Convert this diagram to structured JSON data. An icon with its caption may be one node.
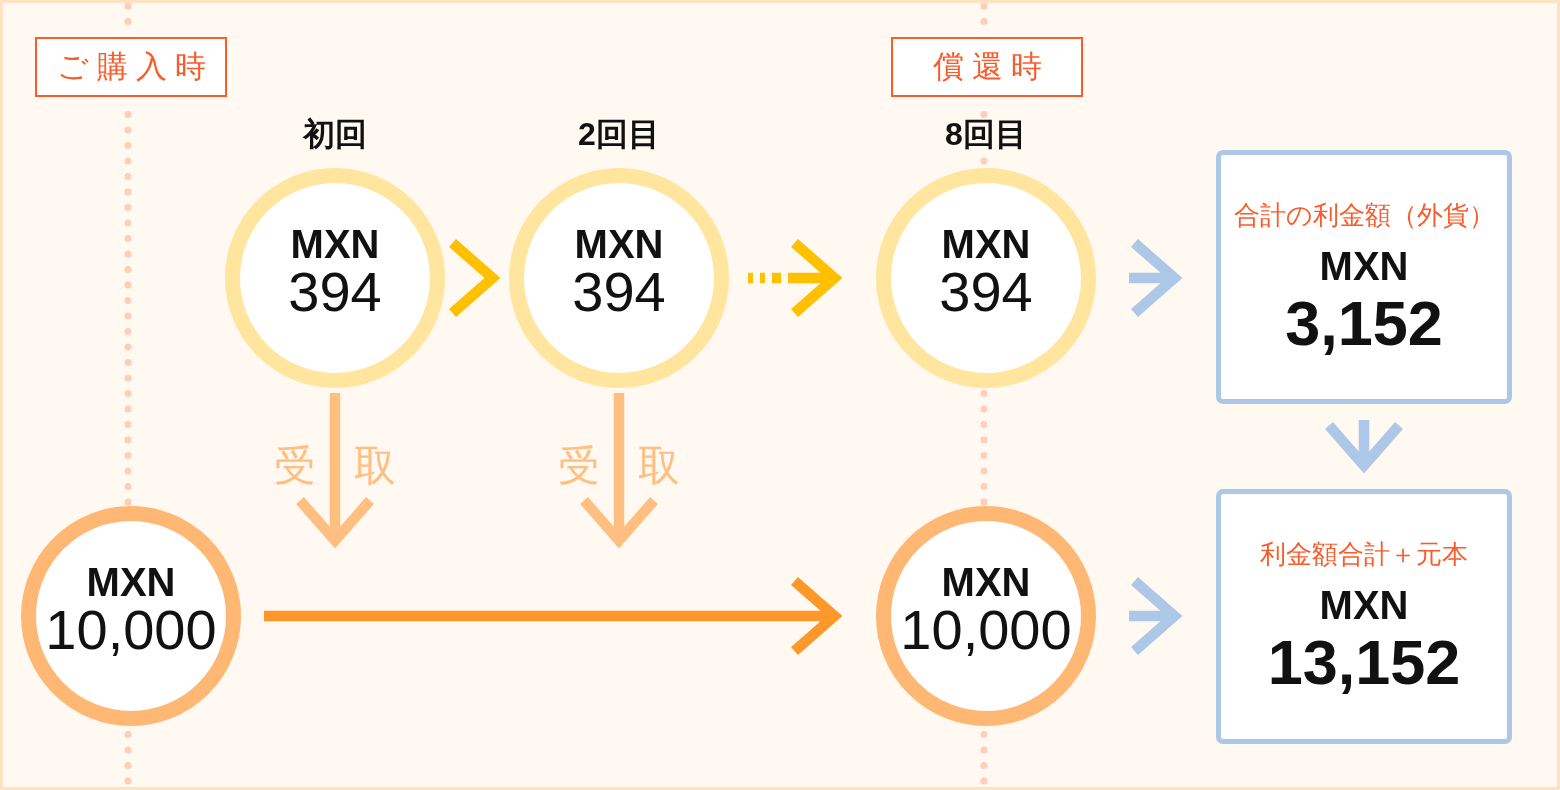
{
  "diagram": {
    "nodes": [
      {
        "text": [
          "ご購入時"
        ]
      },
      {
        "text": [
          "償還時"
        ]
      },
      {
        "text": [
          "MXN",
          "394"
        ],
        "beside": [
          "初回"
        ]
      },
      {
        "text": [
          "MXN",
          "394"
        ],
        "beside": [
          "2回目"
        ]
      },
      {
        "text": [
          "MXN",
          "394"
        ],
        "beside": [
          "8回目"
        ]
      },
      {
        "text": [
          "合計の利金額（外貨）",
          "MXN",
          "3,152"
        ]
      },
      {
        "text": [
          "MXN",
          "10,000"
        ]
      },
      {
        "text": [
          "MXN",
          "10,000"
        ]
      },
      {
        "text": [
          "利金額合計＋元本",
          "MXN",
          "13,152"
        ]
      }
    ],
    "edges": [
      {
        "from": 2,
        "to": 3,
        "arrow": "to",
        "color": "#ffc000"
      },
      {
        "from": 3,
        "to": 4,
        "arrow": "to",
        "style": "dashed",
        "color": "#ffc000"
      },
      {
        "from": 4,
        "to": 5,
        "arrow": "to"
      },
      {
        "from": 2,
        "to": null,
        "arrow": "to",
        "label": "受取",
        "color": "#ffbf80"
      },
      {
        "from": 3,
        "to": null,
        "arrow": "to",
        "label": "受取",
        "color": "#ffbf80"
      },
      {
        "from": 6,
        "to": 7,
        "arrow": "to",
        "color": "#ff982a"
      },
      {
        "from": 5,
        "to": 8,
        "arrow": "to"
      },
      {
        "from": 7,
        "to": 8,
        "arrow": "to"
      }
    ]
  }
}
